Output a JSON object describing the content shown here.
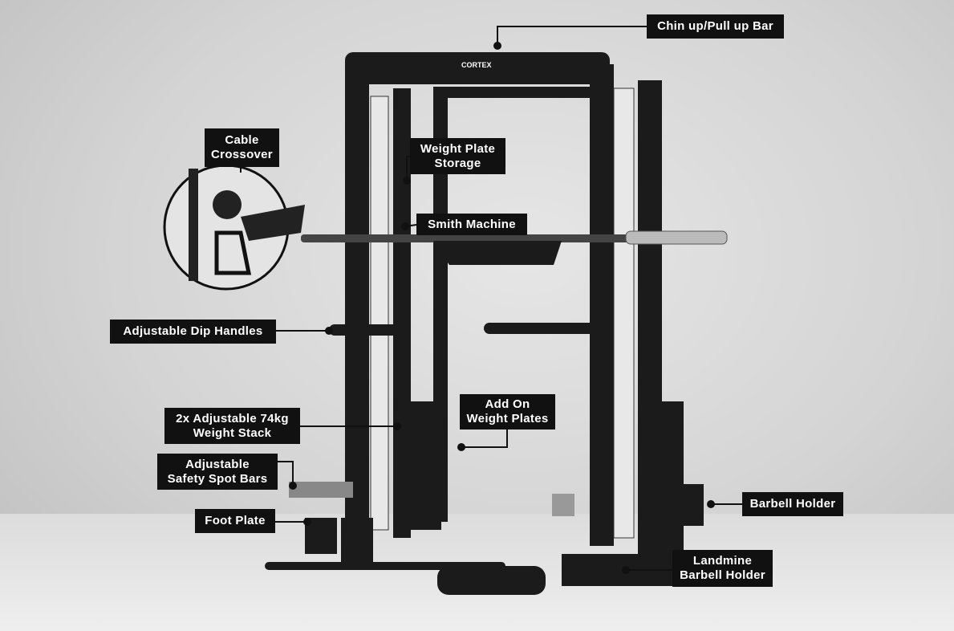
{
  "labels": {
    "chin_up_bar": "Chin up/Pull up Bar",
    "cable_crossover": [
      "Cable",
      "Crossover"
    ],
    "weight_plate_storage": [
      "Weight Plate",
      "Storage"
    ],
    "smith_machine": "Smith Machine",
    "dip_handles": "Adjustable Dip Handles",
    "weight_stack": [
      "2x Adjustable 74kg",
      "Weight Stack"
    ],
    "add_on_plates": [
      "Add On",
      "Weight Plates"
    ],
    "safety_spot_bars": [
      "Adjustable",
      "Safety Spot Bars"
    ],
    "foot_plate": "Foot Plate",
    "barbell_holder": "Barbell Holder",
    "landmine": [
      "Landmine",
      "Barbell Holder"
    ]
  },
  "logo": "CORTEX"
}
